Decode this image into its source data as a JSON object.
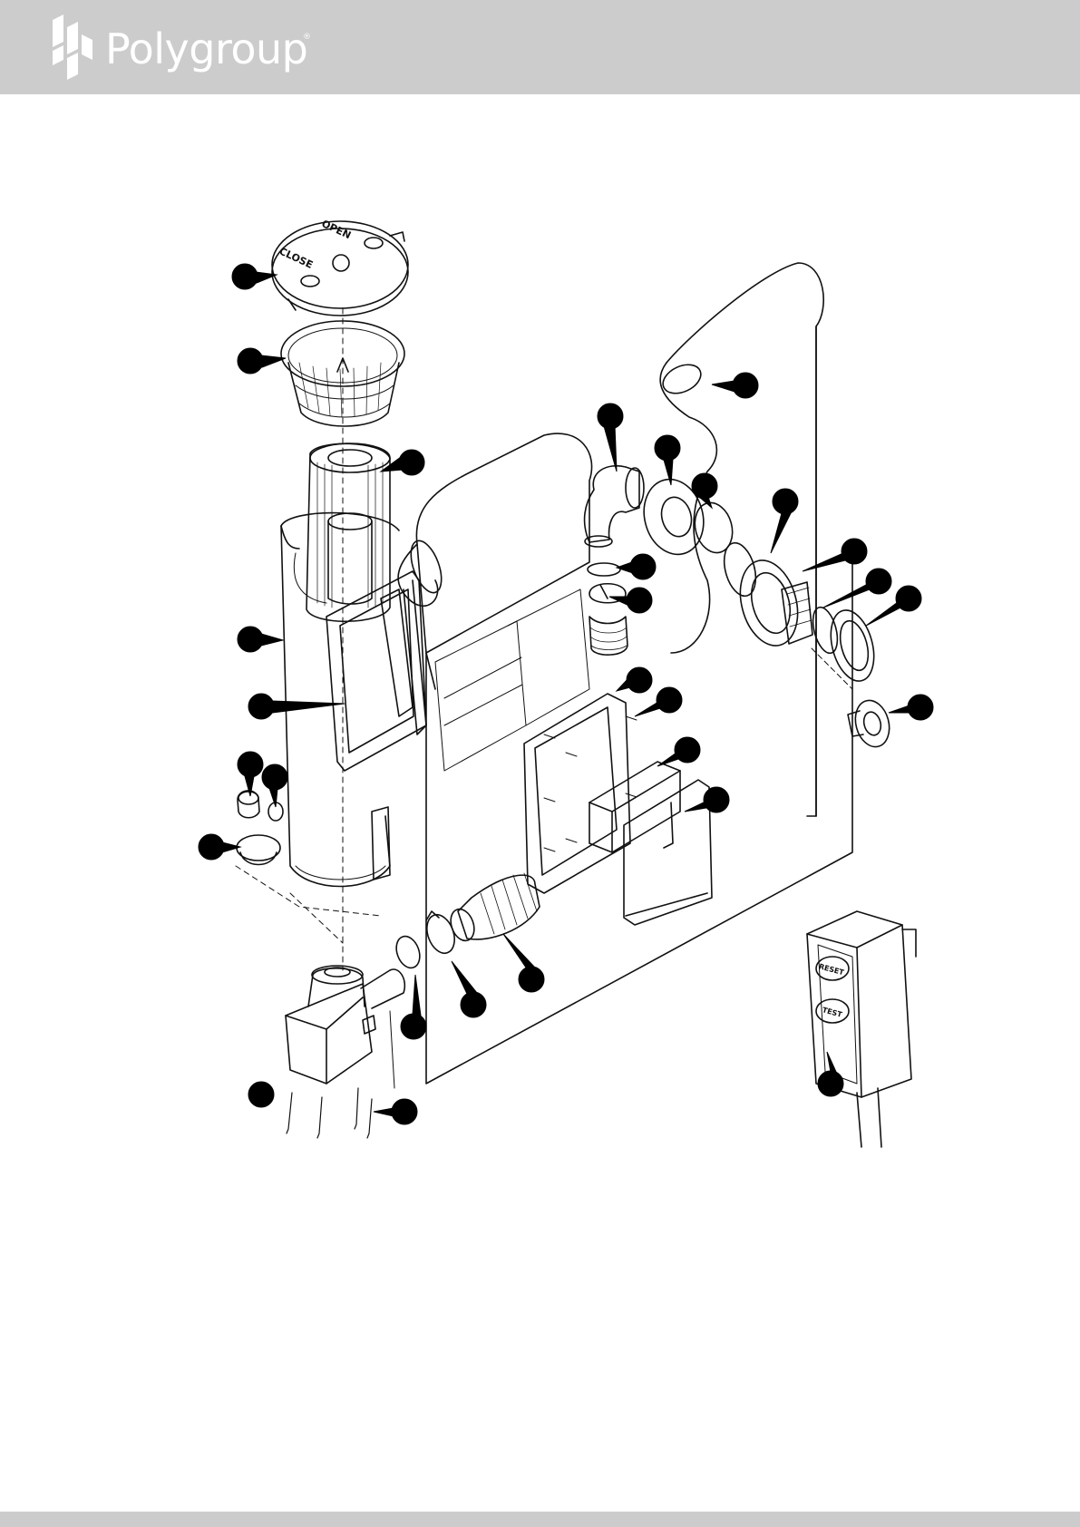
{
  "header": {
    "brand_name": "Polygroup",
    "registered_mark": "®",
    "background_color": "#cccccc",
    "text_color": "#ffffff"
  },
  "diagram": {
    "lid_labels": [
      "OPEN",
      "CLOSE"
    ],
    "control_buttons": [
      "RESET",
      "TEST"
    ],
    "callout_color": "#000000",
    "line_color": "#111111"
  },
  "footer": {
    "background_color": "#cccccc"
  }
}
